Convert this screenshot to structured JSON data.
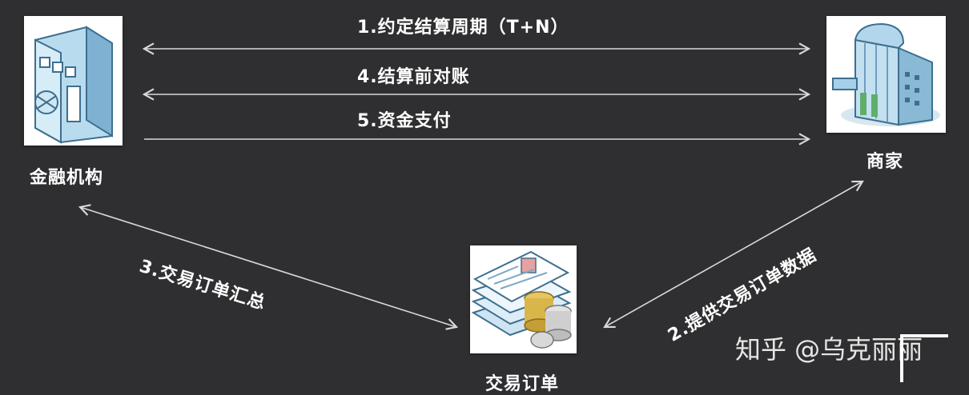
{
  "nodes": {
    "financial_institution": "金融机构",
    "merchant": "商家",
    "transaction_order": "交易订单"
  },
  "edges": {
    "e1": "1.约定结算周期（T+N）",
    "e4": "4.结算前对账",
    "e5": "5.资金支付",
    "e3": "3.交易订单汇总",
    "e2": "2.提供交易订单数据"
  },
  "watermark": "知乎 @乌克丽丽",
  "colors": {
    "background": "#2f2f31",
    "arrow": "#d9d9d9",
    "building_blue": "#9cc8e0",
    "coin_gold": "#d9b64a"
  }
}
